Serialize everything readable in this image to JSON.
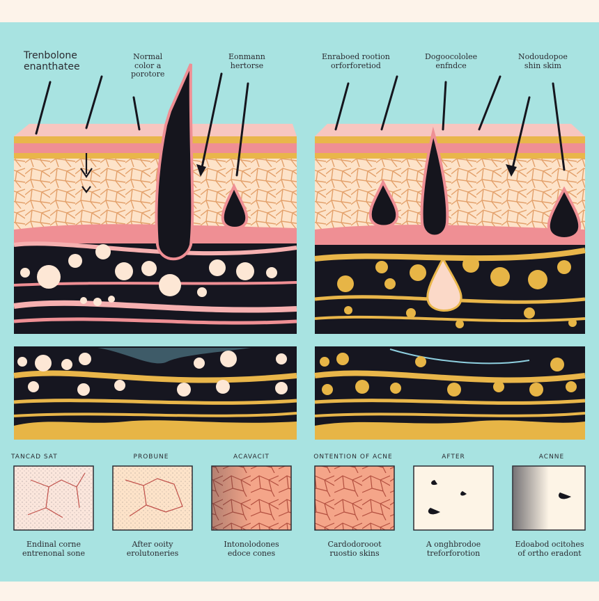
{
  "top_labels": [
    {
      "lines": [
        "Trenbolone",
        "enanthatee"
      ]
    },
    {
      "lines": [
        "Normal",
        "color a",
        "porotore"
      ]
    },
    {
      "lines": [
        "Eonmann",
        "hertorse"
      ]
    },
    {
      "lines": [
        "Enraboed rootion",
        "orforforetiod"
      ]
    },
    {
      "lines": [
        "Dogoocololee",
        "enfndce"
      ]
    },
    {
      "lines": [
        "Nodoudopoe",
        "shin skim"
      ]
    }
  ],
  "panel_headers": [
    "TANCAD SAT",
    "PROBUNE",
    "ACAVACIT",
    "ONTENTION OF ACNE",
    "AFTER",
    "ACNNE"
  ],
  "panel_captions": [
    {
      "lines": [
        "Endinal corne",
        "entrenonal sone"
      ]
    },
    {
      "lines": [
        "After ooity",
        "erolutoneries"
      ]
    },
    {
      "lines": [
        "Intonolodones",
        "edoce cones"
      ]
    },
    {
      "lines": [
        "Cardodorooot",
        "ruostio skins"
      ]
    },
    {
      "lines": [
        "A onghbrodoe",
        "treforforotion"
      ]
    },
    {
      "lines": [
        "Edoabod ocitohes",
        "of ortho eradont"
      ]
    }
  ],
  "colors": {
    "background": "#fdf3ea",
    "frame": "#a8e3e1",
    "skin_surface": "#f7c6c0",
    "cell_fill": "#fde3c9",
    "cell_line": "#e3a06a",
    "gold_band": "#e9b64a",
    "pink_band": "#ef8f94",
    "dark_layer": "#161620",
    "fat_globule": "#fde7d5",
    "gold_globule": "#e7b546"
  },
  "icons": [
    "hair-follicle-icon",
    "pore-drop-icon",
    "pointer-arrow-icon",
    "fat-globule-icon",
    "pimple-icon"
  ]
}
